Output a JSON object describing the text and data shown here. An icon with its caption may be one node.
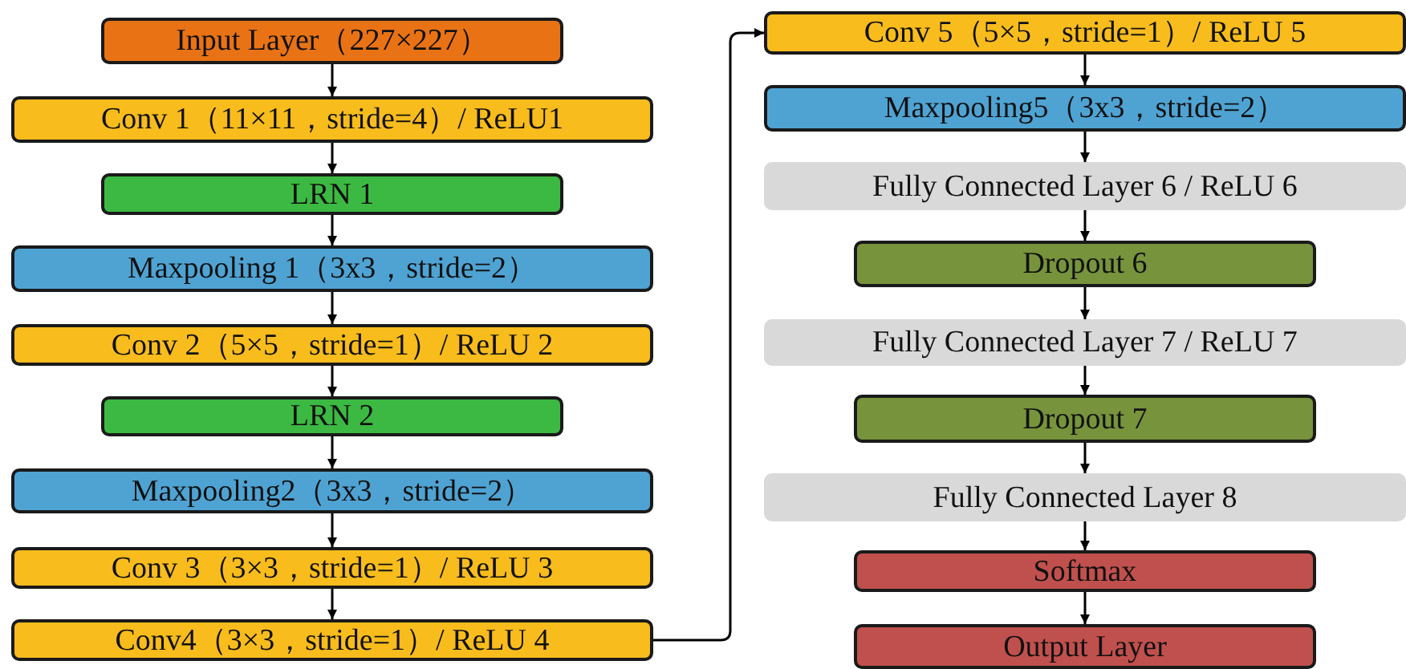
{
  "diagram": {
    "nodes": [
      {
        "text": [
          "Input Layer（227×227）"
        ]
      },
      {
        "text": [
          "Conv 1（11×11，stride=4）/ ReLU1"
        ]
      },
      {
        "text": [
          "LRN 1"
        ]
      },
      {
        "text": [
          "Maxpooling 1（3x3，stride=2）"
        ]
      },
      {
        "text": [
          "Conv 2（5×5，stride=1）/ ReLU 2"
        ]
      },
      {
        "text": [
          "LRN 2"
        ]
      },
      {
        "text": [
          "Maxpooling2（3x3，stride=2）"
        ]
      },
      {
        "text": [
          "Conv 3（3×3，stride=1）/ ReLU 3"
        ]
      },
      {
        "text": [
          "Conv4（3×3，stride=1）/ ReLU 4"
        ]
      },
      {
        "text": [
          "Conv 5（5×5，stride=1）/ ReLU 5"
        ]
      },
      {
        "text": [
          "Maxpooling5（3x3，stride=2）"
        ]
      },
      {
        "text": [
          "Fully Connected Layer 6 / ReLU 6"
        ]
      },
      {
        "text": [
          "Dropout 6"
        ]
      },
      {
        "text": [
          "Fully Connected Layer 7 / ReLU 7"
        ]
      },
      {
        "text": [
          "Dropout 7"
        ]
      },
      {
        "text": [
          "Fully Connected Layer 8"
        ]
      },
      {
        "text": [
          "Softmax"
        ]
      },
      {
        "text": [
          "Output Layer"
        ]
      }
    ],
    "edges": [
      {
        "from": 0,
        "to": 1,
        "arrow": "to"
      },
      {
        "from": 1,
        "to": 2,
        "arrow": "to"
      },
      {
        "from": 2,
        "to": 3,
        "arrow": "to"
      },
      {
        "from": 3,
        "to": 4,
        "arrow": "to"
      },
      {
        "from": 4,
        "to": 5,
        "arrow": "to"
      },
      {
        "from": 5,
        "to": 6,
        "arrow": "to"
      },
      {
        "from": 6,
        "to": 7,
        "arrow": "to"
      },
      {
        "from": 7,
        "to": 8,
        "arrow": "to"
      },
      {
        "from": 8,
        "to": 9,
        "arrow": "to"
      },
      {
        "from": 9,
        "to": 10,
        "arrow": "to"
      },
      {
        "from": 10,
        "to": 11,
        "arrow": "to"
      },
      {
        "from": 11,
        "to": 12,
        "arrow": "to"
      },
      {
        "from": 12,
        "to": 13,
        "arrow": "to"
      },
      {
        "from": 13,
        "to": 14,
        "arrow": "to"
      },
      {
        "from": 14,
        "to": 15,
        "arrow": "to"
      },
      {
        "from": 15,
        "to": 16,
        "arrow": "to"
      },
      {
        "from": 16,
        "to": 17,
        "arrow": "to"
      }
    ]
  }
}
